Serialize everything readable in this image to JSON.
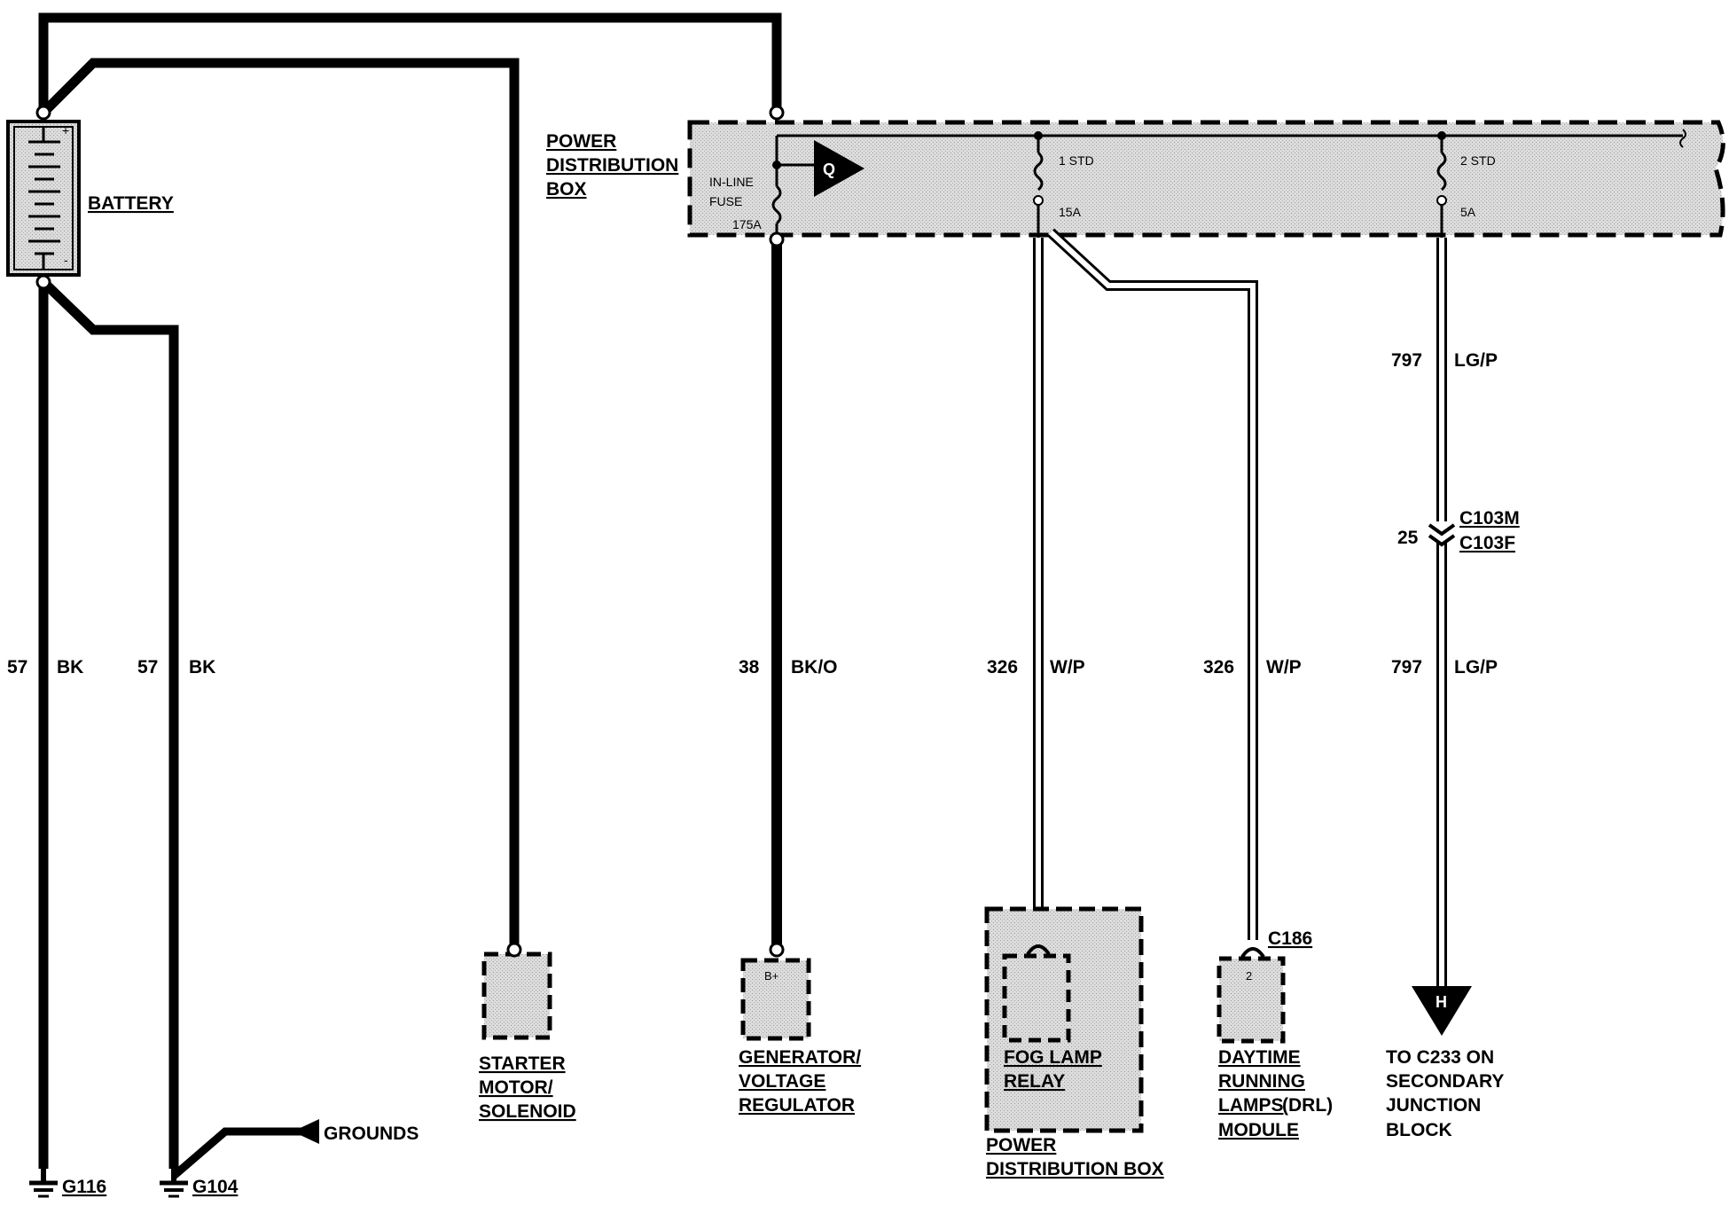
{
  "labels": {
    "battery": "BATTERY",
    "pdb_title": [
      "POWER",
      "DISTRIBUTION",
      "BOX"
    ],
    "inline_fuse": [
      "IN-LINE",
      "FUSE"
    ],
    "inline_fuse_rating": "175A",
    "fuse1_name": "1 STD",
    "fuse1_rating": "15A",
    "fuse2_name": "2 STD",
    "fuse2_rating": "5A",
    "q_marker": "Q",
    "h_marker": "H",
    "bplus": "B+",
    "c186_pin": "2",
    "starter": [
      "STARTER",
      "MOTOR/",
      "SOLENOID"
    ],
    "generator": [
      "GENERATOR/",
      "VOLTAGE",
      "REGULATOR"
    ],
    "fog_lamp": [
      "FOG LAMP",
      "RELAY"
    ],
    "pdb_bottom": [
      "POWER",
      "DISTRIBUTION BOX"
    ],
    "drl": [
      "DAYTIME",
      "RUNNING",
      "LAMPS",
      "(DRL)",
      "MODULE"
    ],
    "to_c233": [
      "TO C233 ON",
      "SECONDARY",
      "JUNCTION",
      "BLOCK"
    ],
    "grounds": "GROUNDS",
    "g116": "G116",
    "g104": "G104",
    "c186": "C186",
    "c103m": "C103M",
    "c103f": "C103F",
    "c103_pin": "25"
  },
  "wires": [
    {
      "circuit": "57",
      "color": "BK"
    },
    {
      "circuit": "57",
      "color": "BK"
    },
    {
      "circuit": "38",
      "color": "BK/O"
    },
    {
      "circuit": "326",
      "color": "W/P"
    },
    {
      "circuit": "326",
      "color": "W/P"
    },
    {
      "circuit": "797",
      "color": "LG/P"
    },
    {
      "circuit": "797",
      "color": "LG/P"
    }
  ],
  "colors": {
    "ink": "#000000",
    "shade": "#cccccc",
    "paper": "#ffffff"
  }
}
